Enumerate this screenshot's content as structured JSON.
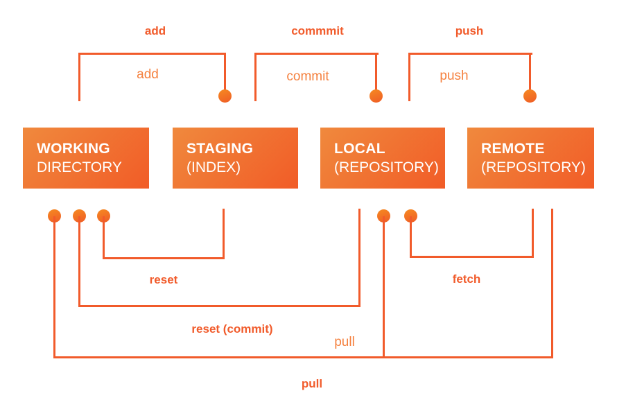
{
  "diagram": {
    "name": "git-workflow",
    "boxes": [
      {
        "line1": "WORKING",
        "line2": "DIRECTORY"
      },
      {
        "line1": "STAGING",
        "line2": "(INDEX)"
      },
      {
        "line1": "LOCAL",
        "line2": "(REPOSITORY)"
      },
      {
        "line1": "REMOTE",
        "line2": "(REPOSITORY)"
      }
    ],
    "top_flows": [
      {
        "title": "add",
        "label": "add"
      },
      {
        "title": "commmit",
        "label": "commit"
      },
      {
        "title": "push",
        "label": "push"
      }
    ],
    "bottom_flows": [
      {
        "title": "reset"
      },
      {
        "title": "fetch"
      },
      {
        "title": "reset (commit)"
      },
      {
        "title": "pull",
        "label": "pull"
      }
    ],
    "colors": {
      "line": "#F15B2B",
      "label_bold": "#F15B2B",
      "label_light": "#F5813F",
      "box_gradient_start": "#F0893D",
      "box_gradient_end": "#F15C27",
      "dot_gradient_start": "#F68A21",
      "dot_gradient_end": "#EF5C26",
      "box_text": "#FFFFFF",
      "background": "#FFFFFF"
    }
  }
}
